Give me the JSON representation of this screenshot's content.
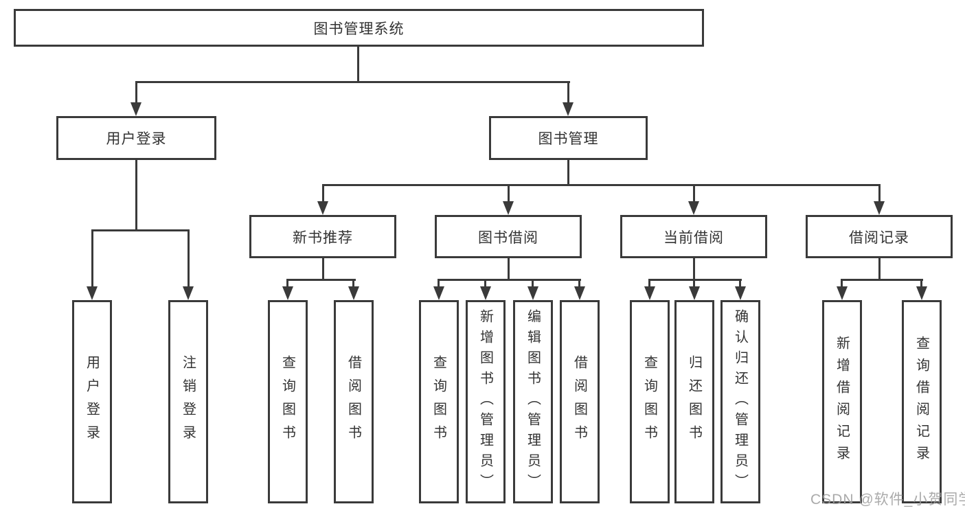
{
  "diagram": {
    "title": "图书管理系统",
    "level2": {
      "user_login": "用户登录",
      "book_management": "图书管理"
    },
    "level3": {
      "new_book_recommend": "新书推荐",
      "book_borrow": "图书借阅",
      "current_borrow": "当前借阅",
      "borrow_records": "借阅记录"
    },
    "leaves": {
      "user_login": [
        "用户登录",
        "注销登录"
      ],
      "new_book_recommend": [
        "查询图书",
        "借阅图书"
      ],
      "book_borrow": [
        "查询图书",
        "新增图书（管理员）",
        "编辑图书（管理员）",
        "借阅图书"
      ],
      "current_borrow": [
        "查询图书",
        "归还图书",
        "确认归还（管理员）"
      ],
      "borrow_records": [
        "新增借阅记录",
        "查询借阅记录"
      ]
    }
  },
  "watermark": "CSDN @软件_小贺同学",
  "colors": {
    "line": "#3a3a3a",
    "text": "#333333",
    "watermark": "#9c9c9c"
  }
}
